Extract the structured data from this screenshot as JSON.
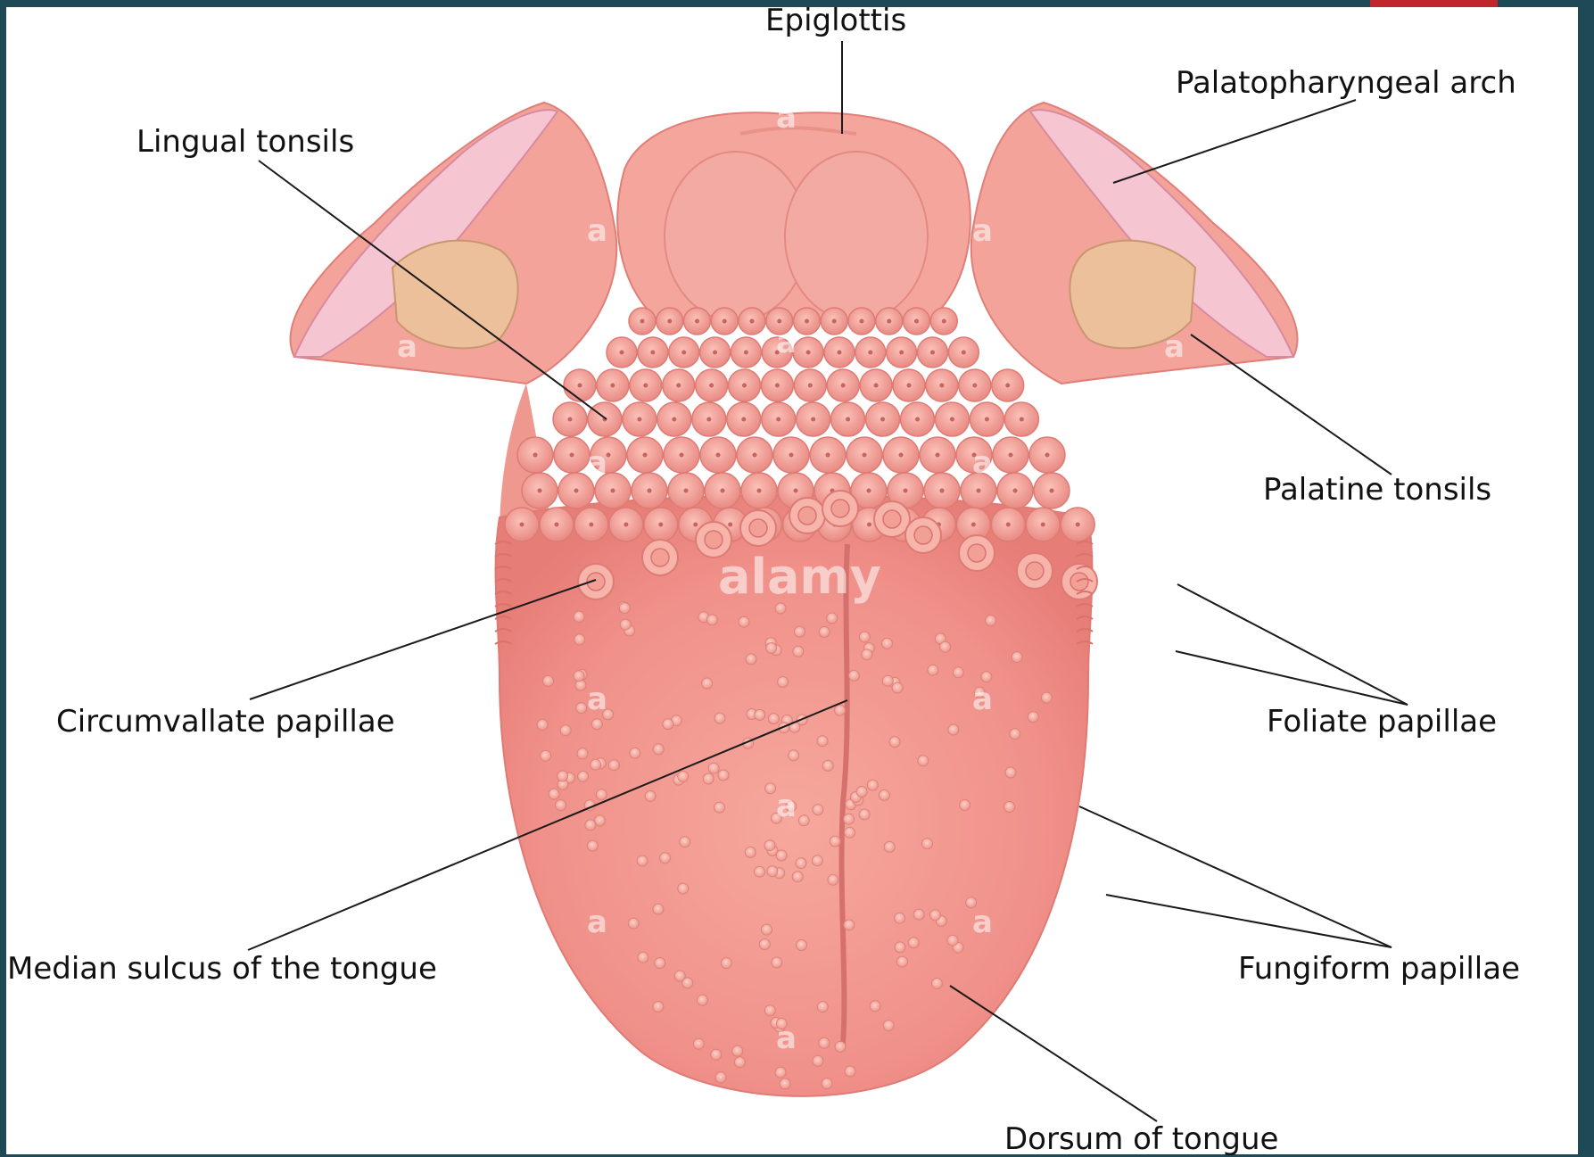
{
  "labels": {
    "epiglottis": "Epiglottis",
    "palatopharyngeal_arch": "Palatopharyngeal arch",
    "lingual_tonsils": "Lingual tonsils",
    "palatine_tonsils": "Palatine tonsils",
    "circumvallate_papillae": "Circumvallate papillae",
    "foliate_papillae": "Foliate papillae",
    "median_sulcus": "Median sulcus of the tongue",
    "fungiform_papillae": "Fungiform papillae",
    "dorsum": "Dorsum of tongue"
  },
  "watermark": {
    "brand": "alamy",
    "mark": "a"
  },
  "colors": {
    "background": "#1d4a56",
    "tongue": "#f0918a",
    "tongue_light": "#f7b0a6",
    "tonsil_tissue": "#ecc09a",
    "accent_tab": "#c0262c"
  }
}
